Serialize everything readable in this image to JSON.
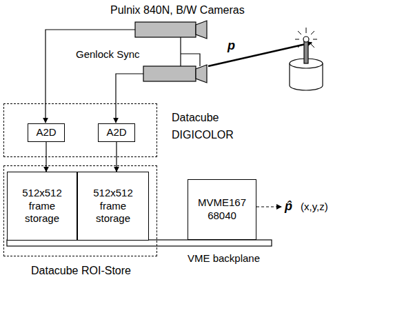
{
  "diagram": {
    "nodes": [
      {
        "text": [
          "Datacube DIGICOLOR"
        ]
      },
      {
        "text": [
          "A2D"
        ],
        "in": 0
      },
      {
        "text": [
          "A2D"
        ],
        "in": 0
      },
      {
        "text": [
          "Datacube ROI-Store"
        ]
      },
      {
        "text": [
          "512x512 frame storage"
        ],
        "in": 3
      },
      {
        "text": [
          "512x512 frame storage"
        ],
        "in": 3
      },
      {
        "text": [
          "MVME167 68040"
        ]
      }
    ],
    "edges": [
      {
        "from": 1,
        "to": 4,
        "arrow": "to"
      },
      {
        "from": 2,
        "to": 5,
        "arrow": "to"
      }
    ],
    "labels": [
      "Pulnix 840N, B/W Cameras",
      "Genlock Sync",
      "p",
      "VME backplane",
      "p̂",
      "(x,y,z)"
    ]
  }
}
